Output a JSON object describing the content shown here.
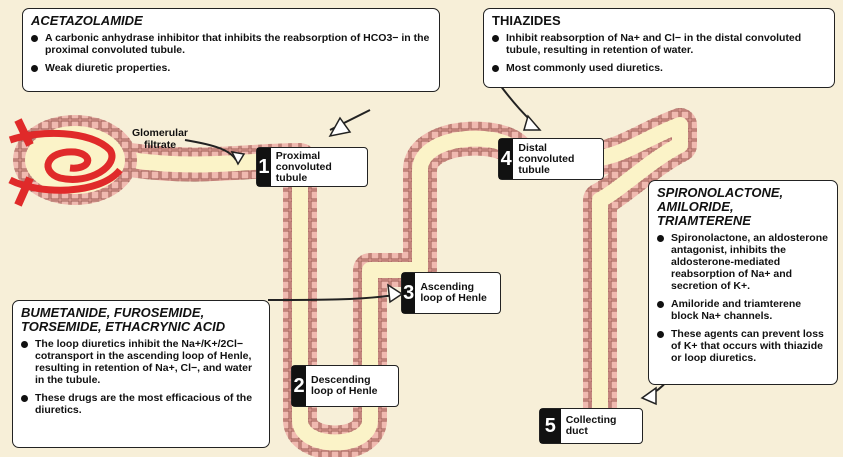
{
  "acetazolamide": {
    "title": "ACETAZOLAMIDE",
    "bullets": [
      "A carbonic anhydrase inhibitor that inhibits the reabsorption of HCO3− in the proximal convoluted tubule.",
      "Weak diuretic properties."
    ]
  },
  "thiazides": {
    "title": "THIAZIDES",
    "bullets": [
      "Inhibit reabsorption of Na+ and Cl− in the distal convoluted tubule, resulting in retention of water.",
      "Most commonly used diuretics."
    ]
  },
  "spironolactone": {
    "title": "SPIRONOLACTONE, AMILORIDE, TRIAMTERENE",
    "bullets": [
      "Spironolactone, an aldosterone antagonist, inhibits the aldosterone-mediated reabsorption of Na+ and secretion of K+.",
      "Amiloride and triamterene block Na+ channels.",
      "These agents can prevent loss of K+ that occurs with thiazide or loop diuretics."
    ]
  },
  "loop": {
    "title": "BUMETANIDE, FUROSEMIDE, TORSEMIDE, ETHACRYNIC ACID",
    "bullets": [
      "The loop diuretics inhibit the Na+/K+/2Cl− cotransport in the ascending loop of Henle, resulting in retention of Na+, Cl−, and water in the tubule.",
      "These drugs are the most efficacious of the diuretics."
    ]
  },
  "glomerular_label": "Glomerular filtrate",
  "segments": [
    {
      "num": "1",
      "label": "Proximal convoluted tubule"
    },
    {
      "num": "2",
      "label": "Descending loop of Henle"
    },
    {
      "num": "3",
      "label": "Ascending loop of Henle"
    },
    {
      "num": "4",
      "label": "Distal convoluted tubule"
    },
    {
      "num": "5",
      "label": "Collecting duct"
    }
  ],
  "colors": {
    "background": "#f7efd8",
    "tubule_wall": "#e8a8a0",
    "tubule_lumen": "#fbf3c8",
    "vessel": "#e02a2a"
  }
}
